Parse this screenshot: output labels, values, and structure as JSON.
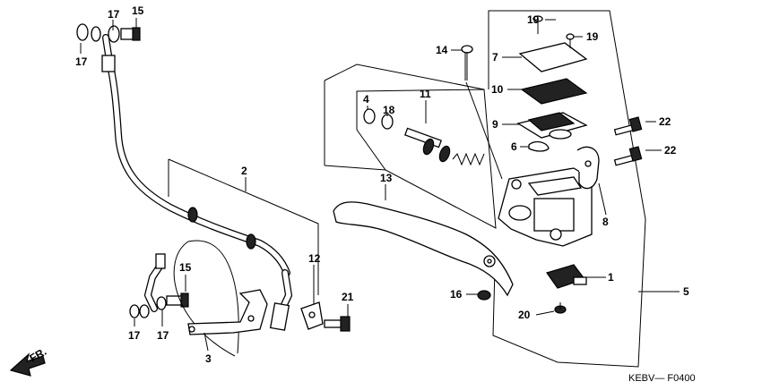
{
  "diagram": {
    "code": "KEBV— F0400",
    "direction_mark": "FR.",
    "callouts": {
      "c1": "1",
      "c2": "2",
      "c3": "3",
      "c4": "4",
      "c5": "5",
      "c6": "6",
      "c7": "7",
      "c8": "8",
      "c9": "9",
      "c10": "10",
      "c11": "11",
      "c12": "12",
      "c13": "13",
      "c14": "14",
      "c15a": "15",
      "c15b": "15",
      "c16": "16",
      "c17a": "17",
      "c17b": "17",
      "c17c": "17",
      "c17d": "17",
      "c18": "18",
      "c19a": "19",
      "c19b": "19",
      "c20": "20",
      "c21": "21",
      "c22a": "22",
      "c22b": "22"
    }
  }
}
